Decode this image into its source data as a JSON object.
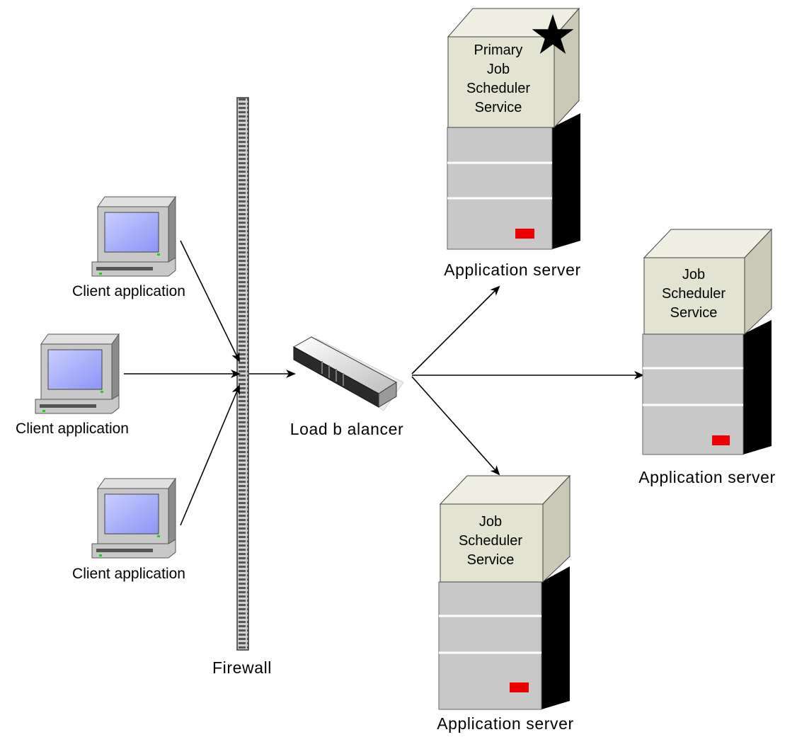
{
  "firewall": {
    "label": "Firewall"
  },
  "load_balancer": {
    "label": "Load b alancer"
  },
  "clients": [
    {
      "label": "Client application"
    },
    {
      "label": "Client application"
    },
    {
      "label": "Client application"
    }
  ],
  "servers": [
    {
      "label": "Application server",
      "service_lines": "Primary\nJob\nScheduler\nService",
      "primary": true
    },
    {
      "label": "Application server",
      "service_lines": "Job\nScheduler\nService",
      "primary": false
    },
    {
      "label": "Application server",
      "service_lines": "Job\nScheduler\nService",
      "primary": false
    }
  ],
  "colors": {
    "box_face": "#e3e3d2",
    "box_top": "#eeeee2",
    "box_side": "#c9c9b6",
    "server_body": "#c8c8c8",
    "server_side": "#8a8a8a",
    "server_indicator": "#ee0000",
    "screen": "#9aa4ff",
    "firewall": "#6b6b6b"
  }
}
